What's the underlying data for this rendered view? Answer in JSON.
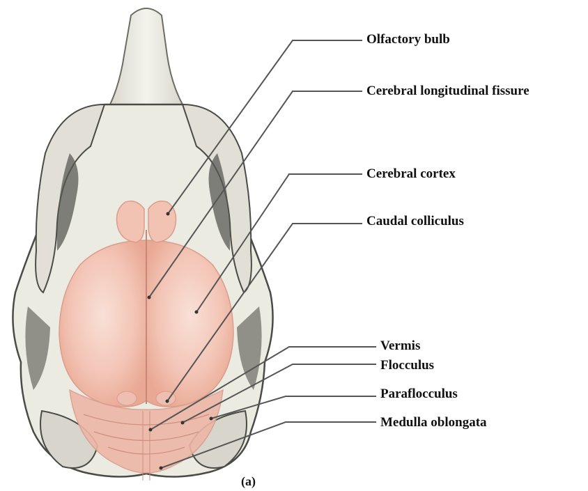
{
  "figure": {
    "caption": "(a)",
    "labels": [
      "Olfactory bulb",
      "Cerebral longitudinal fissure",
      "Cerebral cortex",
      "Caudal colliculus",
      "Vermis",
      "Flocculus",
      "Paraflocculus",
      "Medulla oblongata"
    ]
  },
  "colors": {
    "bone": "#ecebe2",
    "bone_shadow": "#8f8d86",
    "bone_dark": "#4a4a46",
    "brain": "#f2c2b3",
    "brain_highlight": "#f8dcd2",
    "brain_line": "#d99d8c",
    "leader": "#555555"
  }
}
